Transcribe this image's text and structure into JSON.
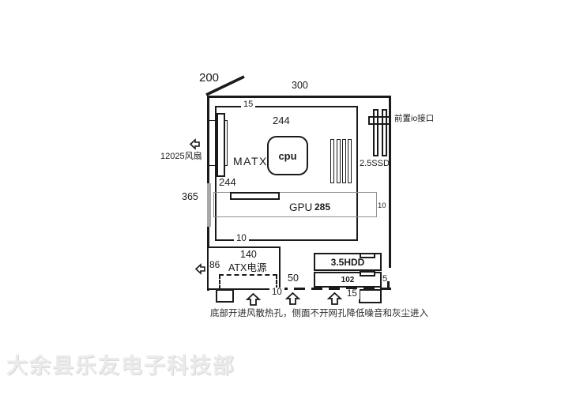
{
  "colors": {
    "line": "#1a1a1a",
    "gpu_border": "#8f8f8f",
    "grey_strip": "#a8a8a8",
    "watermark": "#ebebeb",
    "note_text": "#2b2b2b"
  },
  "dimensions": {
    "depth": "200",
    "width": "300",
    "top_gap": "15",
    "board_width": "244",
    "board_height": "244",
    "case_height": "365",
    "gpu_length": "285",
    "gpu_clearance": "10",
    "board_bottom_gap": "10",
    "psu_length": "140",
    "psu_height": "86",
    "mid_gap": "50",
    "hdd_length": "102",
    "right_gap": "5",
    "bottom_gap_psu": "10",
    "bottom_gap_hdd": "15"
  },
  "components": {
    "fan": "12025风扇",
    "front_io": "前置io接口",
    "motherboard": "MATX",
    "cpu": "cpu",
    "ssd": "2.5SSD",
    "gpu": "GPU",
    "psu": "ATX电源",
    "hdd": "3.5HDD"
  },
  "note": "底部开进风散热孔，侧面不开网孔降低噪音和灰尘进入",
  "watermark": "大余县乐友电子科技部"
}
